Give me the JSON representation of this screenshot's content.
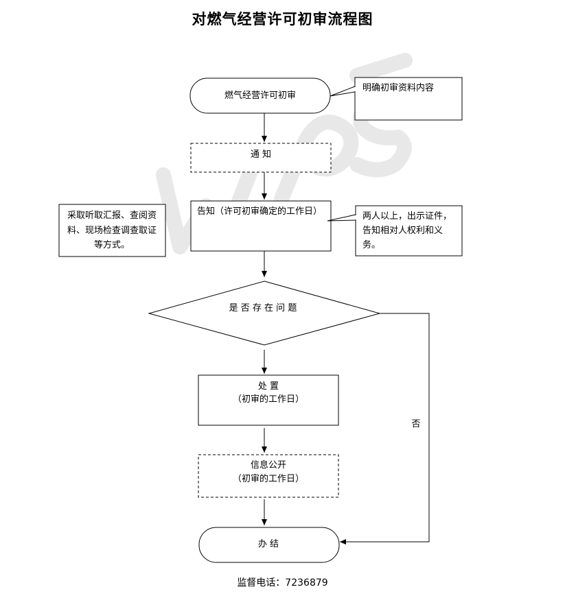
{
  "title": "对燃气经营许可初审流程图",
  "watermark": "WPS",
  "nodes": {
    "start": "燃气经营许可初审",
    "notify": "通 知",
    "inform": "告知（许可初审确定的工作日）",
    "decision": "是 否 存 在 问 题",
    "dispose_line1": "处 置",
    "dispose_line2": "（初审的工作日）",
    "publicity_line1": "信息公开",
    "publicity_line2": "（初审的工作日）",
    "end": "办 结"
  },
  "notes": {
    "clarify": "明确初审资料内容",
    "methods_line1": "采取听取汇报、查阅资",
    "methods_line2": "料、现场检查调查取证",
    "methods_line3": "等方式。",
    "persons_line1": "两人以上，出示证件，",
    "persons_line2": "告知相对人权利和义",
    "persons_line3": "务。"
  },
  "edges": {
    "no_label": "否"
  },
  "footer": "监督电话：7236879",
  "colors": {
    "line": "#000000",
    "watermark": "#e6e6e6"
  }
}
